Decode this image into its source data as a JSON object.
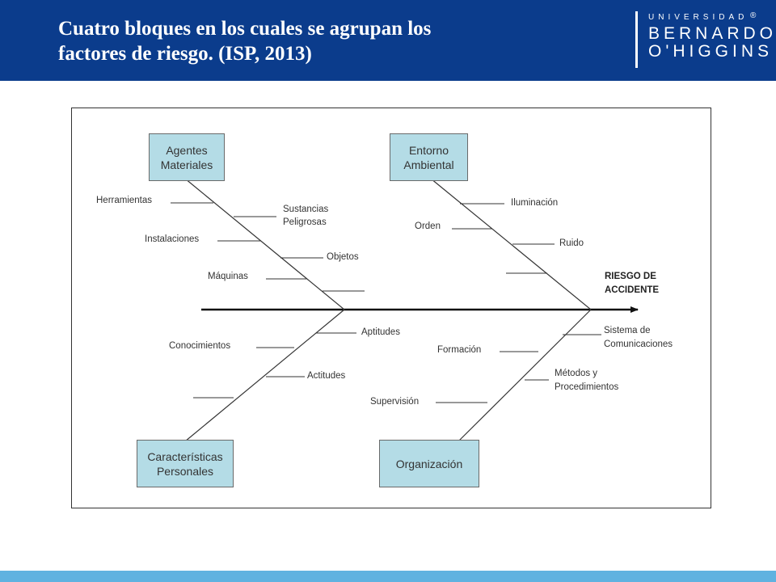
{
  "header": {
    "title_line1": "Cuatro bloques en los cuales se agrupan los",
    "title_line2": "factores de riesgo. (ISP, 2013)",
    "logo_line1": "UNIVERSIDAD",
    "logo_line2": "BERNARDO",
    "logo_line3": "O'HIGGINS",
    "logo_reg": "®"
  },
  "diagram": {
    "effect": {
      "line1": "RIESGO DE",
      "line2": "ACCIDENTE"
    },
    "categories": {
      "agentes": {
        "line1": "Agentes",
        "line2": "Materiales"
      },
      "entorno": {
        "line1": "Entorno",
        "line2": "Ambiental"
      },
      "caracteristicas": {
        "line1": "Características",
        "line2": "Personales"
      },
      "organizacion": {
        "line1": "Organización"
      }
    },
    "factors": {
      "herramientas": "Herramientas",
      "sustancias_1": "Sustancias",
      "sustancias_2": "Peligrosas",
      "instalaciones": "Instalaciones",
      "objetos": "Objetos",
      "maquinas": "Máquinas",
      "iluminacion": "Iluminación",
      "orden": "Orden",
      "ruido": "Ruido",
      "conocimientos": "Conocimientos",
      "aptitudes": "Aptitudes",
      "actitudes": "Actitudes",
      "sistema_1": "Sistema de",
      "sistema_2": "Comunicaciones",
      "formacion": "Formación",
      "metodos_1": "Métodos y",
      "metodos_2": "Procedimientos",
      "supervision": "Supervisión"
    }
  },
  "colors": {
    "header_bg": "#0b3c8c",
    "box_fill": "#b4dce6",
    "bottom_bar": "#60b2e0"
  }
}
